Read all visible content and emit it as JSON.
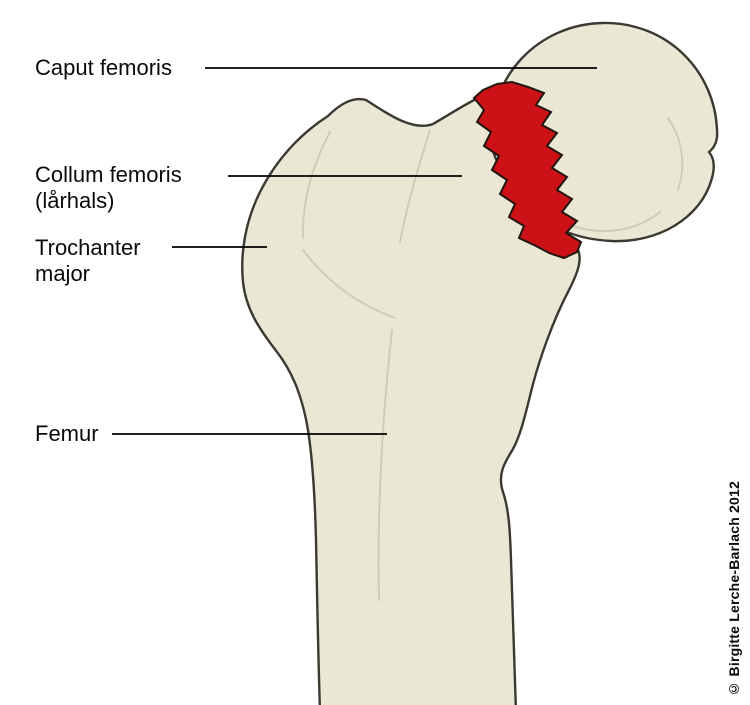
{
  "labels": {
    "caput": {
      "text": "Caput femoris"
    },
    "collum": {
      "line1": "Collum femoris",
      "line2": "(lårhals)"
    },
    "trochanter": {
      "line1": "Trochanter",
      "line2": "major"
    },
    "femur": {
      "text": "Femur"
    }
  },
  "credit": {
    "text": "© Birgitte Lerche-Barlach 2012"
  },
  "colors": {
    "background": "#ffffff",
    "bone_fill": "#ebe7d5",
    "bone_outline": "#3a3a32",
    "bone_detail": "#cfc9ae",
    "fracture_fill": "#cc1117",
    "fracture_outline": "#23150e",
    "label_text": "#0a0a0a",
    "leader_line": "#000000"
  }
}
